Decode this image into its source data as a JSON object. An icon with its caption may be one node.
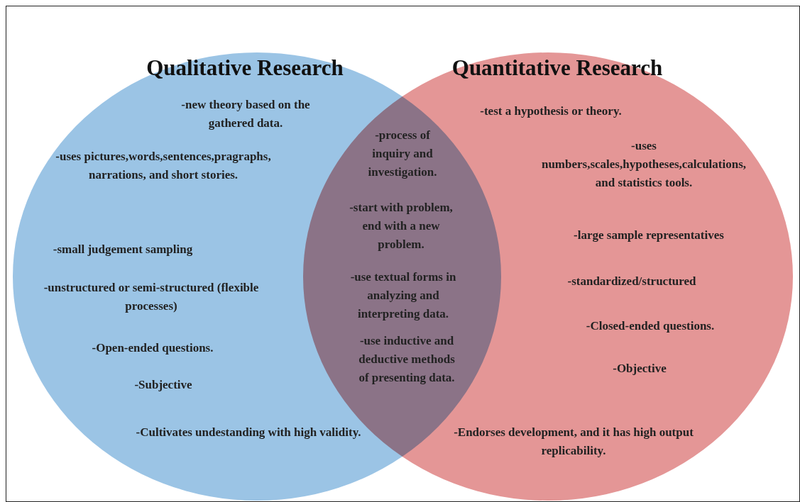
{
  "diagram": {
    "nodes": [
      {
        "text": [
          "Qualitative Research",
          "-new theory based on the gathered data.",
          "-uses pictures,words,sentences,pragraphs, narrations, and short stories.",
          "-small judgement sampling",
          "-unstructured or semi-structured (flexible processes)",
          "-Open-ended questions.",
          "-Subjective",
          "-Cultivates undestanding with high validity."
        ]
      },
      {
        "text": [
          "Quantitative Research",
          "-test a hypothesis or theory.",
          "-uses numbers,scales,hypotheses,calculations, and statistics tools.",
          "-large sample representatives",
          "-standardized/structured",
          "-Closed-ended questions.",
          "-Objective",
          "-Endorses development, and it has high output replicability."
        ]
      }
    ],
    "labels": [
      "-process of inquiry and investigation.",
      "-start with problem, end with a new problem.",
      "-use textual forms in analyzing and interpreting data.",
      "-use inductive and deductive methods of presenting data."
    ]
  }
}
